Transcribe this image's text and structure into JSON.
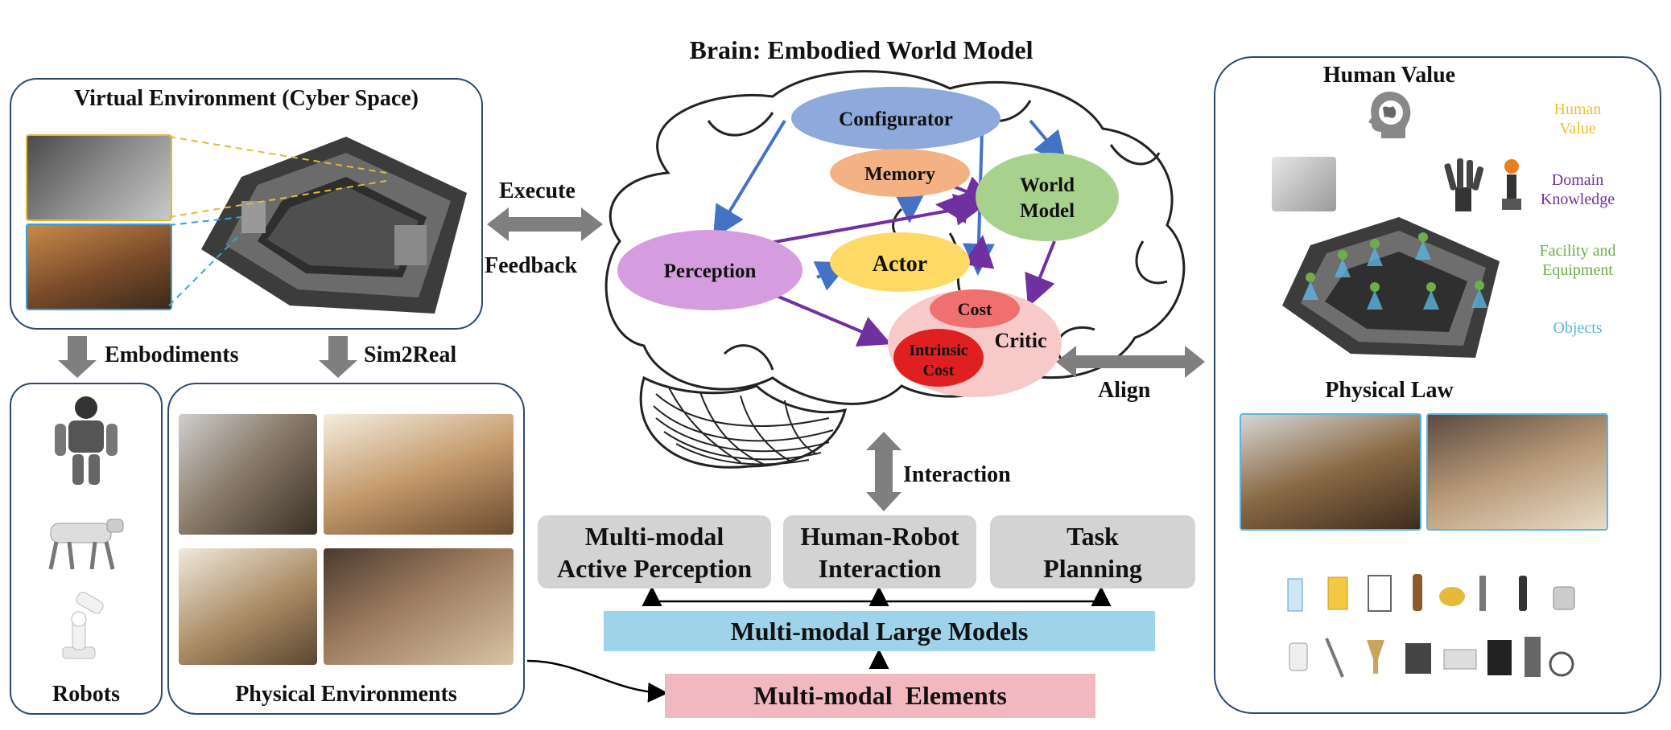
{
  "brain": {
    "title": "Brain: Embodied World Model",
    "modules": {
      "configurator": "Configurator",
      "memory": "Memory",
      "world_model_line1": "World",
      "world_model_line2": "Model",
      "perception": "Perception",
      "actor": "Actor",
      "cost": "Cost",
      "critic": "Critic",
      "intrinsic_line1": "Intrinsic",
      "intrinsic_line2": "Cost"
    }
  },
  "virtual": {
    "title": "Virtual Environment (Cyber Space)"
  },
  "flows": {
    "execute": "Execute",
    "feedback": "Feedback",
    "embodiments": "Embodiments",
    "sim2real": "Sim2Real",
    "align": "Align",
    "interaction": "Interaction"
  },
  "robots": {
    "title": "Robots"
  },
  "physical_env": {
    "title": "Physical Environments"
  },
  "capabilities": [
    {
      "line1": "Multi-modal",
      "line2": "Active Perception"
    },
    {
      "line1": "Human-Robot",
      "line2": "Interaction"
    },
    {
      "line1": "Task",
      "line2": "Planning"
    }
  ],
  "large_models": "Multi-modal Large Models",
  "elements": "Multi-modal  Elements",
  "right_panel": {
    "title": "Human Value",
    "hierarchy": {
      "human_value_line1": "Human",
      "human_value_line2": "Value",
      "domain_line1": "Domain",
      "domain_line2": "Knowledge",
      "facility_line1": "Facility and",
      "facility_line2": "Equipment",
      "objects": "Objects"
    },
    "physical_law": "Physical Law"
  },
  "colors": {
    "panel_border": "#2b4a73",
    "configurator": "#8ea9db",
    "memory": "#f4b183",
    "world_model": "#a9d18e",
    "perception": "#d59de0",
    "actor": "#ffd966",
    "critic": "#f8c9c9",
    "cost": "#f07070",
    "intrinsic": "#e02020",
    "large_models": "#9fd3ea",
    "elements": "#f2b8c0",
    "arrow_grey": "#7f7f7f",
    "arrow_blue": "#4472c4",
    "arrow_purple": "#7030a0",
    "human_value": "#f2c12e",
    "domain": "#7030a0",
    "facility": "#70ad47",
    "objects": "#5bb5e0"
  }
}
